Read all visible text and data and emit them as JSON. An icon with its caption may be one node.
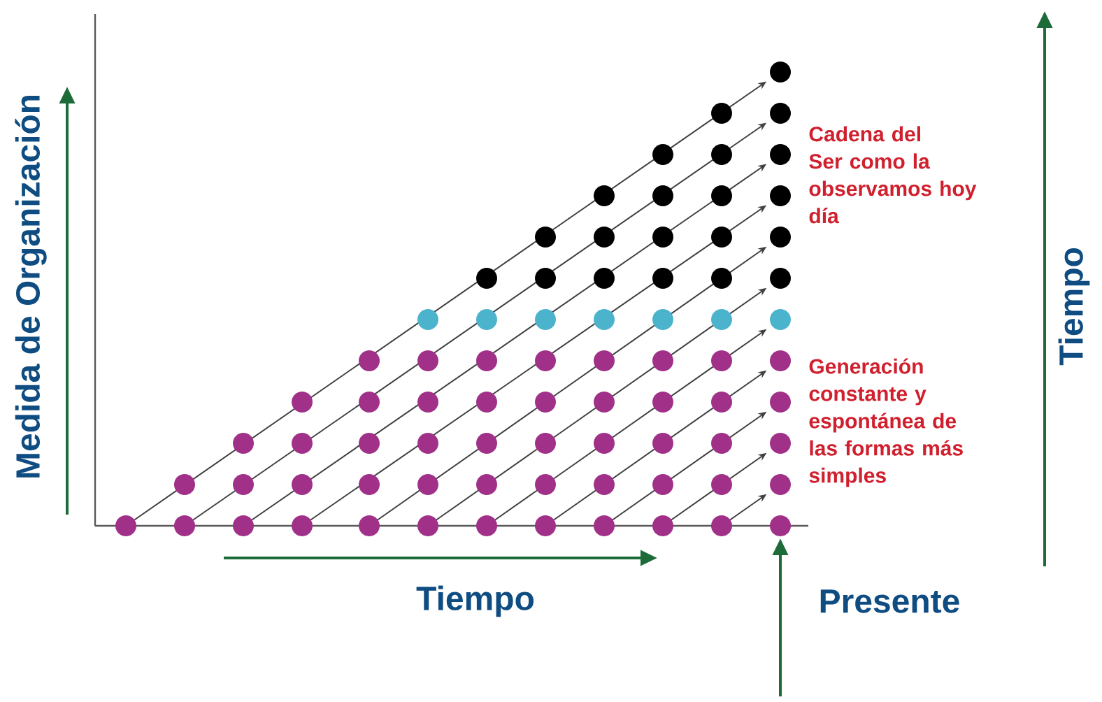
{
  "diagram": {
    "labels": [
      "Medida de Organización",
      "Cadena del Ser como la observamos hoy día",
      "Tiempo",
      "Generación constante y espontánea de las formas más simples",
      "Tiempo",
      "Presente"
    ]
  }
}
